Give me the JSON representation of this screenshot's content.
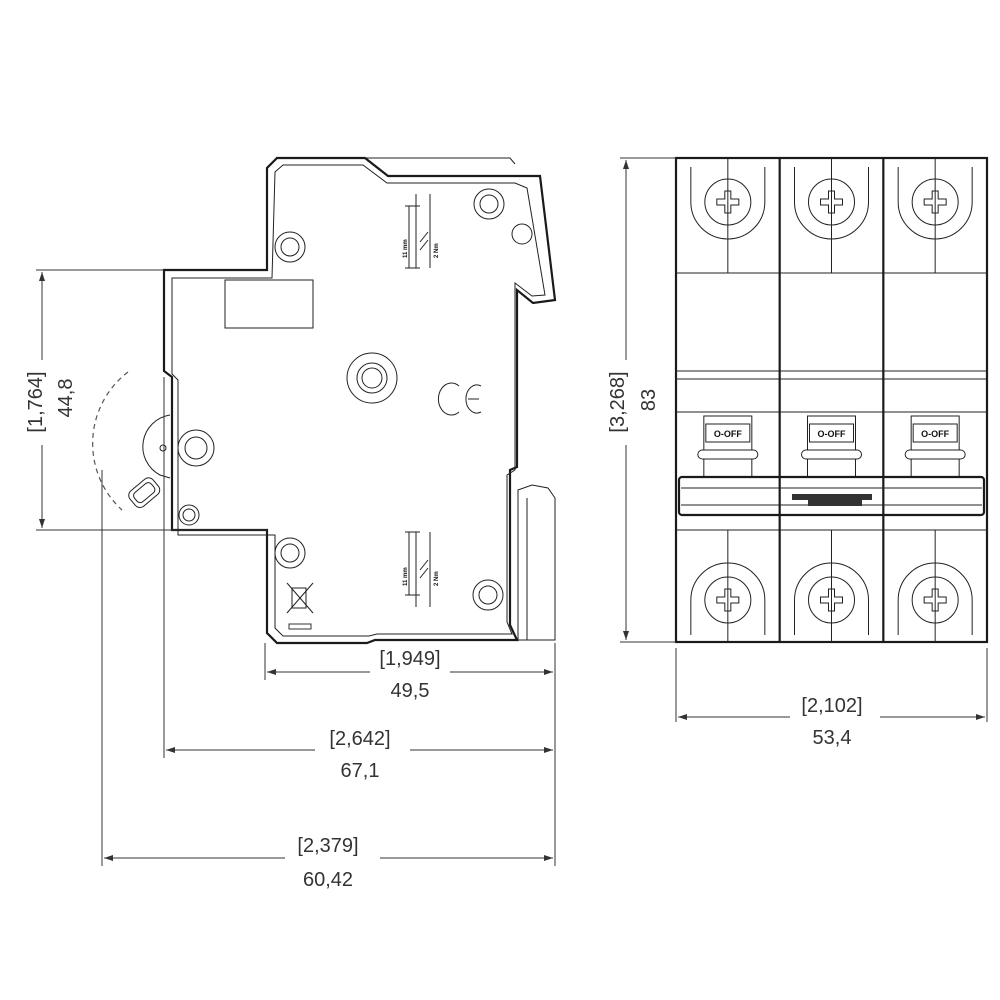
{
  "side_view": {
    "torque_top": {
      "length": "11 mm",
      "torque": "2 Nm"
    },
    "torque_bottom": {
      "length": "11 mm",
      "torque": "2 Nm"
    },
    "ce_mark": "CE",
    "icons": [
      "ce-mark-icon",
      "weee-crossed-bin-icon"
    ]
  },
  "front_view": {
    "poles": 3,
    "handle_labels": [
      "O-OFF",
      "O-OFF",
      "O-OFF"
    ]
  },
  "dimensions": {
    "height_clip": {
      "inch": "1,764",
      "mm": "44,8"
    },
    "height_total": {
      "inch": "3,268",
      "mm": "83"
    },
    "depth_body": {
      "inch": "1,949",
      "mm": "49,5"
    },
    "width_front": {
      "inch": "2,102",
      "mm": "53,4"
    },
    "depth_total": {
      "inch": "2,642",
      "mm": "67,1"
    },
    "depth_handle": {
      "inch": "2,379",
      "mm": "60,42"
    }
  }
}
